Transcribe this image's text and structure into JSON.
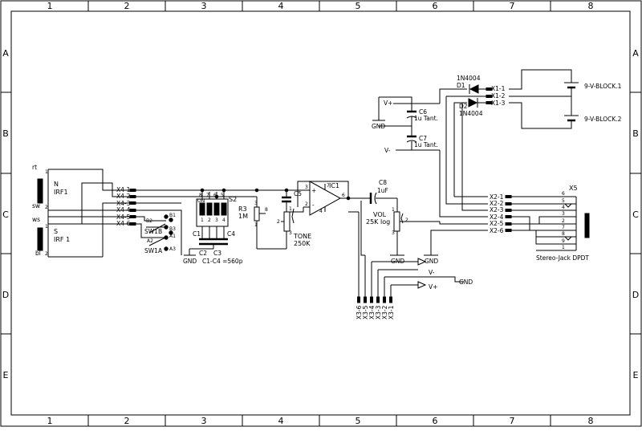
{
  "frame": {
    "columns": [
      "1",
      "2",
      "3",
      "4",
      "5",
      "6",
      "7",
      "8"
    ],
    "rows": [
      "A",
      "B",
      "C",
      "D",
      "E"
    ]
  },
  "pickups": {
    "north": {
      "letter": "N",
      "name": "IRF1",
      "tag_top": "rt",
      "tag_bottom": "sw"
    },
    "south": {
      "letter": "S",
      "name": "IRF 1",
      "tag_top": "ws",
      "tag_bottom": "bl"
    },
    "pin1": "1",
    "pin2": "2"
  },
  "connector_x4": {
    "pins": [
      "X4-1",
      "X4-2",
      "X4-3",
      "X4-4",
      "X4-5",
      "X4-6"
    ]
  },
  "switch_sw1": {
    "sw1b": "SW1B",
    "sw1a": "SW1A",
    "pins": {
      "b2": "B2",
      "b1": "B1",
      "b3": "B3",
      "a1": "A1",
      "a2": "A2",
      "a3": "A3"
    }
  },
  "dip_switch": {
    "ref": "S2",
    "on_label": "ON",
    "positions": [
      "1",
      "2",
      "3",
      "4"
    ],
    "top_pins": [
      "8",
      "7",
      "6",
      "5"
    ]
  },
  "capacitors_c1_c4": {
    "c1": "C1",
    "c2": "C2",
    "c3": "C3",
    "c4": "C4",
    "value_note": "C1-C4 =560p"
  },
  "ground_label": "GND",
  "r3": {
    "ref": "R3",
    "value": "1M",
    "pin_top": "3",
    "pin_side": "8",
    "pin_bottom": "1"
  },
  "c5": {
    "ref": "C5"
  },
  "tone_pot": {
    "name": "TONE",
    "value": "250K",
    "pin2": "2",
    "pin1": "1",
    "pin3": "3"
  },
  "opamp": {
    "ref": "IC1",
    "pin_plus": "3",
    "pin_minus": "2",
    "pin_out": "6",
    "pin_7": "7",
    "pin_4": "4",
    "plus_sign": "+",
    "minus_sign": "-"
  },
  "c8": {
    "ref": "C8",
    "value": "1uF"
  },
  "vol_pot": {
    "name": "VOL",
    "value": "25K log",
    "pin1": "1",
    "pin2": "2",
    "pin3": "3"
  },
  "connector_x3": {
    "pins": [
      "X3-6",
      "X3-5",
      "X3-4",
      "X3-3",
      "X3-2",
      "X3-1"
    ]
  },
  "bus": {
    "vminus": "V-",
    "vplus": "V+",
    "gnd": "GND"
  },
  "supply": {
    "c6": {
      "ref": "C6",
      "value": "1u Tant."
    },
    "c7": {
      "ref": "C7",
      "value": "1u Tant."
    },
    "vplus": "V+",
    "vminus": "V-",
    "gnd": "GND"
  },
  "diodes": {
    "d1": "D1",
    "d2": "D2",
    "d1_type": "1N4004",
    "d2_type": "1N4004"
  },
  "connector_x1": {
    "pins": [
      "X1-1",
      "X1-2",
      "X1-3"
    ]
  },
  "batteries": {
    "b1": "9-V-BLOCK.1",
    "b2": "9-V-BLOCK.2"
  },
  "connector_x2": {
    "pins": [
      "X2-1",
      "X2-2",
      "X2-3",
      "X2-4",
      "X2-5",
      "X2-6"
    ]
  },
  "jack_x5": {
    "ref": "X5",
    "name": "Stereo-Jack DPDT",
    "pins": [
      "6",
      "5",
      "4",
      "3",
      "2",
      "7",
      "8",
      "9",
      "1"
    ]
  }
}
